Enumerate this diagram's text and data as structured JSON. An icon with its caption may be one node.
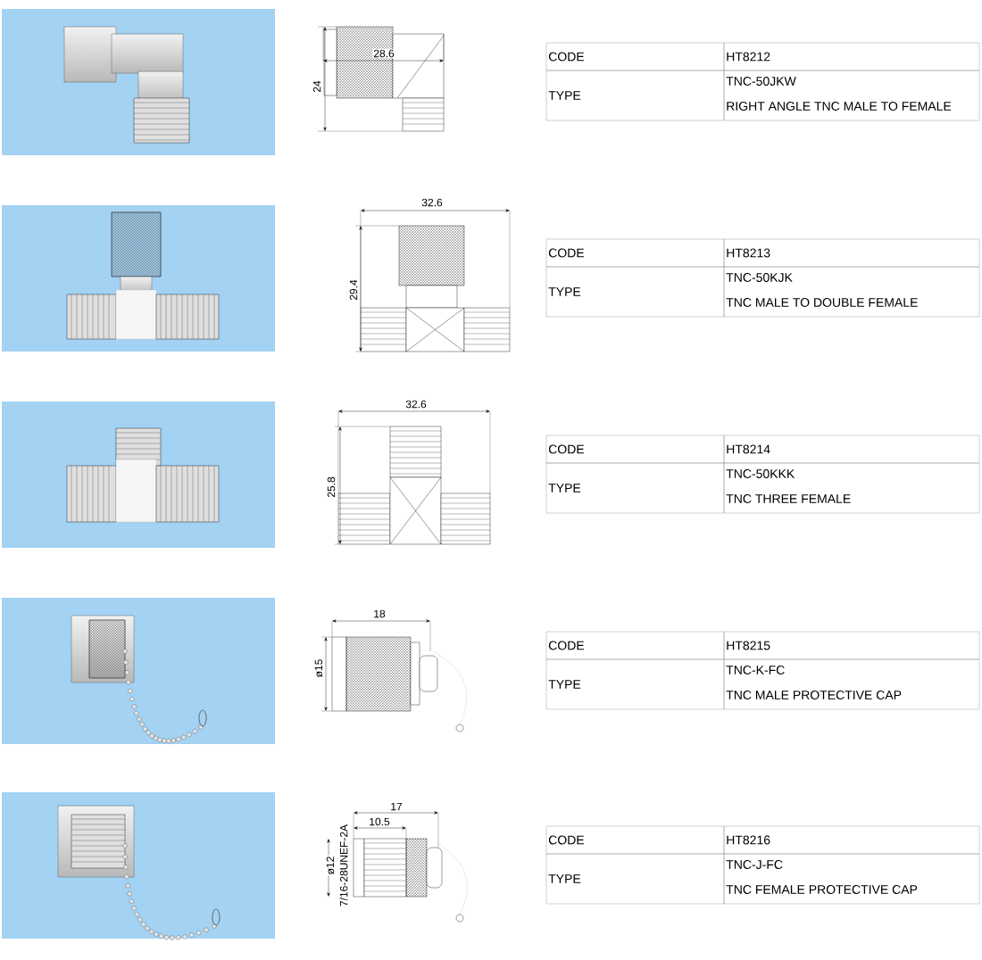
{
  "diagram": {
    "labels": [
      "28.6",
      "24",
      "CODE",
      "HT8212",
      "TYPE",
      "TNC-50JKW",
      "RIGHT ANGLE TNC MALE TO FEMALE",
      "32.6",
      "29.4",
      "CODE",
      "HT8213",
      "TYPE",
      "TNC-50KJK",
      "TNC MALE TO DOUBLE FEMALE",
      "32.6",
      "25.8",
      "CODE",
      "HT8214",
      "TYPE",
      "TNC-50KKK",
      "TNC THREE FEMALE",
      "18",
      "ø15",
      "CODE",
      "HT8215",
      "TYPE",
      "TNC-K-FC",
      "TNC MALE PROTECTIVE CAP",
      "17",
      "10.5",
      "ø12",
      "7/16-28UNEF-2A",
      "CODE",
      "HT8216",
      "TYPE",
      "TNC-J-FC",
      "TNC FEMALE PROTECTIVE CAP"
    ]
  }
}
